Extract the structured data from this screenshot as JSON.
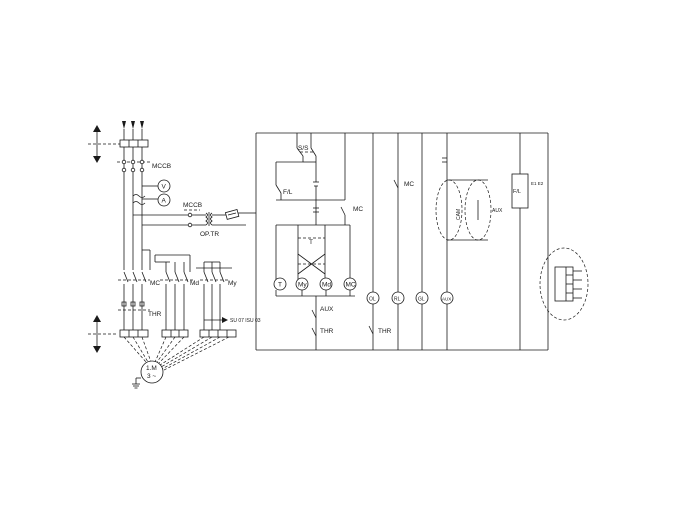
{
  "labels": {
    "mccb_main": "MCCB",
    "voltmeter": "V",
    "ammeter": "A",
    "mccb_op": "MCCB",
    "op_tr": "OP.TR",
    "mc_left": "MC",
    "md_left": "Md",
    "my_left": "My",
    "thr_left": "THR",
    "terminal_note": "SU 07 ISU 03",
    "motor": "1.M",
    "motor_phase": "3 ~",
    "ss": "S/S",
    "fl_ctrl": "F/L",
    "mc_ctrl": "MC",
    "t_relay": "T",
    "coil_t": "T",
    "coil_my": "My",
    "coil_md": "Md",
    "coil_mc": "MC",
    "aux": "AUX",
    "thr_ctrl": "THR",
    "mc_mid": "MC",
    "lamp_ol": "OL",
    "lamp_rl": "RL",
    "lamp_gl": "GL",
    "lamp_aux": "AUX",
    "cam_text": "CAM",
    "aux_right": "AUX",
    "fl_right": "F/L",
    "fl_right_side": "E1 E2",
    "thr_right": "THR"
  }
}
